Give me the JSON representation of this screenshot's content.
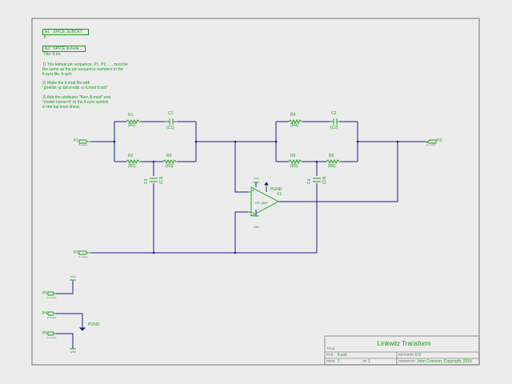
{
  "directives": {
    "a1": {
      "label": "A1",
      "text": "SPICE SUBCKT",
      "value": "lt"
    },
    "a2": {
      "label": "A2",
      "text": "SPICE include",
      "value": "File: lt.inc"
    }
  },
  "instructions": {
    "step1": "1) The textual pin sequence, P1, P2, ..., must be\nthe same as the pin sequence numbers in the\nlt.sym file, lt.sym",
    "step2": "2) Make the lt.mod file with\n\"gnetlist -g spice-sdb -o lt.mod lt.sch\"",
    "step3": "3) Add the attributes \"file=./lt.mod\" and\n\"model-name=lt\" to the lt.sym symbol\nin the top level sheet."
  },
  "components": {
    "r1": {
      "ref": "R1",
      "value": "{R1}"
    },
    "r2": {
      "ref": "R2",
      "value": "{R2}"
    },
    "r3": {
      "ref": "R3",
      "value": "{R3}"
    },
    "r4": {
      "ref": "R4",
      "value": "{R4}"
    },
    "r5": {
      "ref": "R5",
      "value": "{R5}"
    },
    "r6": {
      "ref": "R6",
      "value": "{R6}"
    },
    "c1": {
      "ref": "C1",
      "value": "{C1}"
    },
    "c2": {
      "ref": "C2",
      "value": "{C2}"
    },
    "c3": {
      "ref": "C3",
      "value": "{C3}"
    },
    "c4": {
      "ref": "C4",
      "value": "{C4}"
    },
    "x1": {
      "ref": "X1",
      "model": "OP-AMP"
    }
  },
  "ports": {
    "p1": "P1",
    "p2": "P2",
    "p3": "P3",
    "p4": "P4",
    "p5": "P5",
    "p6": "P6",
    "port_sublabel": "io-1.sym"
  },
  "nets": {
    "pgnd": "PGND",
    "vpos": "Vcc",
    "vneg": "Vee"
  },
  "titleblock": {
    "title": "Linkwitz Transform",
    "title_label": "TITLE",
    "file_label": "FILE:",
    "file": "lt.sch",
    "page_label": "PAGE",
    "page": "1",
    "of_label": "OF",
    "of": "1",
    "revision_label": "REVISION:",
    "revision": "0.0",
    "drawn_label": "DRAWN BY:",
    "drawn_by": "John Conover, Copyright, 2015"
  },
  "colors": {
    "wire": "#1a1a9e",
    "component": "#1a9a1a",
    "frame": "#555555",
    "background": "#ececec"
  }
}
